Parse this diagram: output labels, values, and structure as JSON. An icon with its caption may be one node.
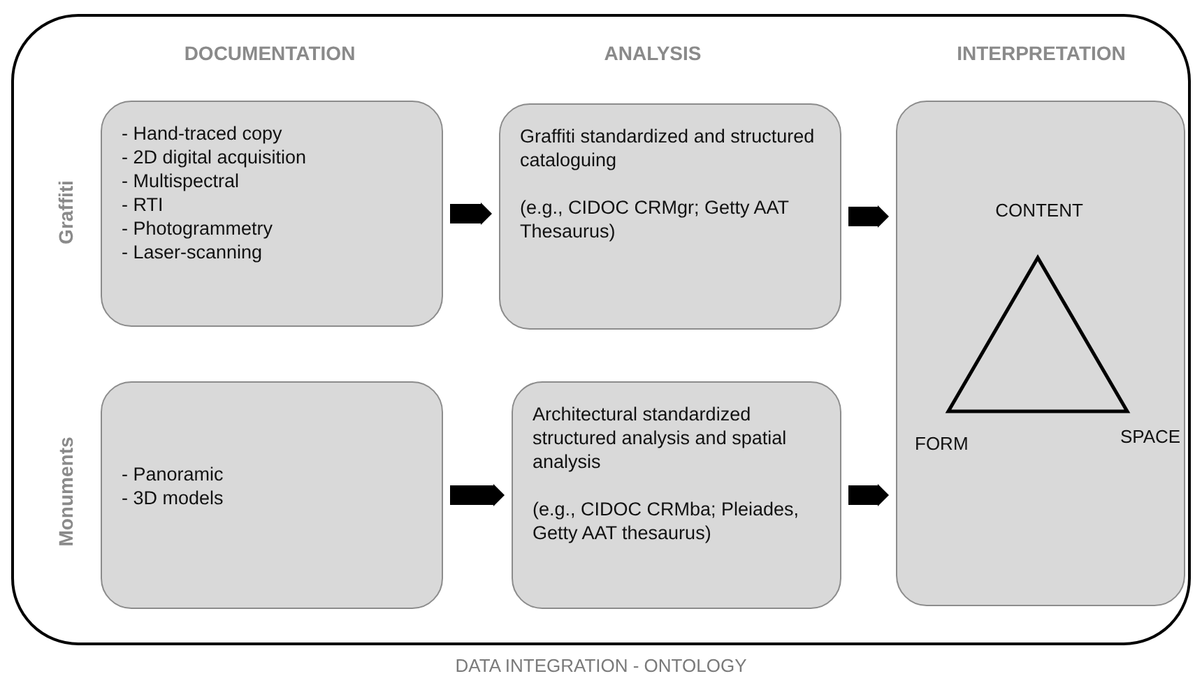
{
  "diagram": {
    "nodes": [
      {
        "text": [
          "DATA INTEGRATION - ONTOLOGY"
        ]
      },
      {
        "text": [
          "- Hand-traced copy",
          "- 2D digital acquisition",
          "- Multispectral",
          "- RTI",
          "- Photogrammetry",
          "- Laser-scanning"
        ],
        "in": 0
      },
      {
        "text": [
          "Graffiti standardized and structured cataloguing",
          "(e.g., CIDOC CRMgr; Getty AAT Thesaurus)"
        ],
        "in": 0
      },
      {
        "text": [
          "CONTENT",
          "FORM",
          "SPACE"
        ],
        "in": 0
      },
      {
        "text": [
          "- Panoramic",
          "- 3D models"
        ],
        "in": 0
      },
      {
        "text": [
          "Architectural standardized structured analysis and spatial analysis",
          "(e.g., CIDOC CRMba; Pleiades, Getty AAT thesaurus)"
        ],
        "in": 0
      }
    ],
    "edges": [
      {
        "from": 1,
        "to": 2,
        "arrow": "to"
      },
      {
        "from": 2,
        "to": 3,
        "arrow": "to"
      },
      {
        "from": 4,
        "to": 5,
        "arrow": "to"
      },
      {
        "from": 5,
        "to": 3,
        "arrow": "to"
      }
    ],
    "labels": [
      "DOCUMENTATION",
      "ANALYSIS",
      "INTERPRETATION",
      "Graffiti",
      "Monuments"
    ]
  }
}
